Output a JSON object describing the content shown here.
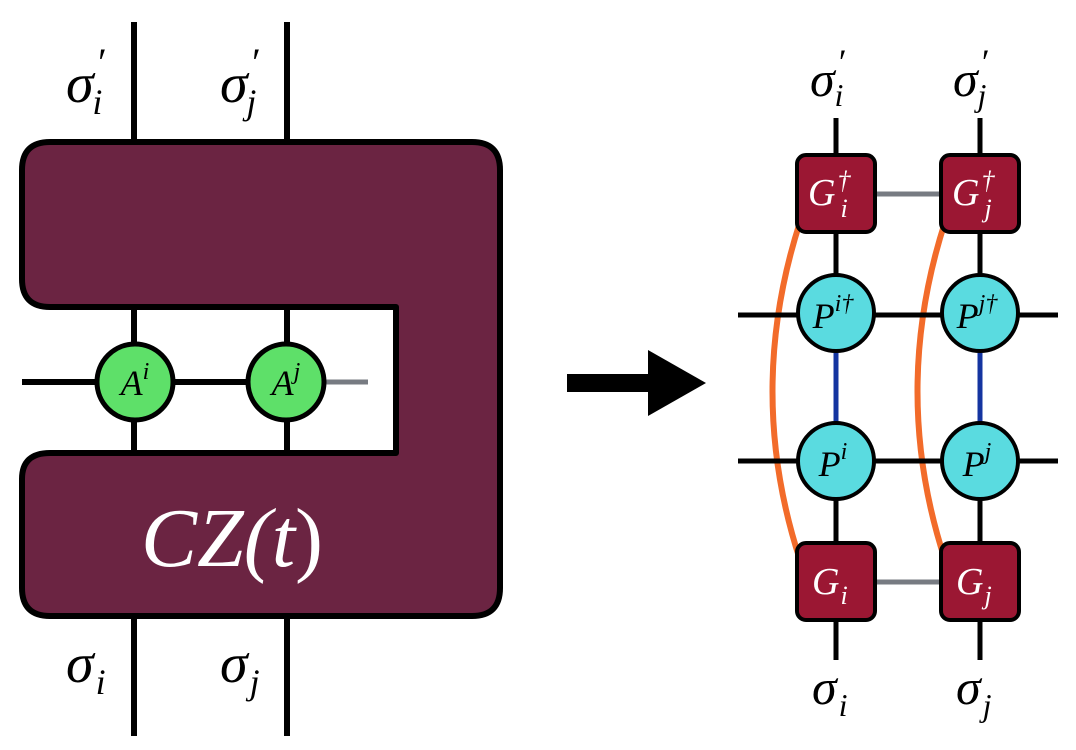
{
  "colors": {
    "gate": "#6b2442",
    "node_A": "#5ee069",
    "node_P": "#5adbe0",
    "node_G": "#9b1733",
    "bond_gray": "#777b82",
    "bond_blue": "#1434a0",
    "arc_orange": "#f26b2a"
  },
  "left": {
    "gate": {
      "label_main": "CZ(",
      "label_t": "t",
      "label_close": ")"
    },
    "top_labels": [
      {
        "base": "σ",
        "sup": "′",
        "sub": "i"
      },
      {
        "base": "σ",
        "sup": "′",
        "sub": "j"
      }
    ],
    "bottom_labels": [
      {
        "base": "σ",
        "sub": "i"
      },
      {
        "base": "σ",
        "sub": "j"
      }
    ],
    "nodes": [
      {
        "base": "A",
        "sup": "i"
      },
      {
        "base": "A",
        "sup": "j"
      }
    ]
  },
  "arrow": {
    "icon": "right-arrow-icon"
  },
  "right": {
    "top_labels": [
      {
        "base": "σ",
        "sup": "′",
        "sub": "i"
      },
      {
        "base": "σ",
        "sup": "′",
        "sub": "j"
      }
    ],
    "bottom_labels": [
      {
        "base": "σ",
        "sub": "i"
      },
      {
        "base": "σ",
        "sub": "j"
      }
    ],
    "g_top": [
      {
        "base": "G",
        "sup": "†",
        "sub": "i"
      },
      {
        "base": "G",
        "sup": "†",
        "sub": "j"
      }
    ],
    "p_top": [
      {
        "base": "P",
        "sup": "i†"
      },
      {
        "base": "P",
        "sup": "j†"
      }
    ],
    "p_bottom": [
      {
        "base": "P",
        "sup": "i"
      },
      {
        "base": "P",
        "sup": "j"
      }
    ],
    "g_bottom": [
      {
        "base": "G",
        "sub": "i"
      },
      {
        "base": "G",
        "sub": "j"
      }
    ]
  }
}
